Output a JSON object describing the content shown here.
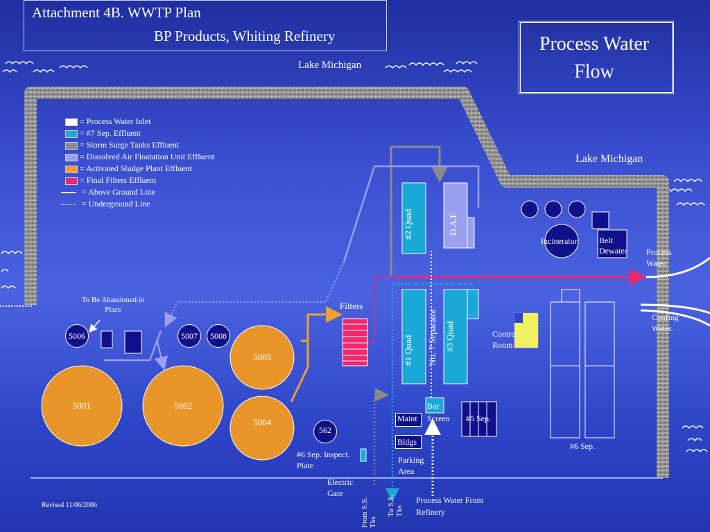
{
  "title": {
    "line1": "Attachment 4B.  WWTP Plan",
    "line2": "BP Products, Whiting Refinery"
  },
  "badge": {
    "line1": "Process Water",
    "line2": "Flow"
  },
  "lake_labels": {
    "top": "Lake Michigan",
    "right": "Lake Michigan"
  },
  "legend": [
    {
      "label": "= Process Water Inlet",
      "color": "#ffffff"
    },
    {
      "label": "= #7 Sep. Effluent",
      "color": "#1aa8d8"
    },
    {
      "label": "= Storm Surge Tanks Effluent",
      "color": "#8a8a8a"
    },
    {
      "label": "= Dissolved Air Floatation Unit  Effluent",
      "color": "#9aa0f0"
    },
    {
      "label": "= Activated Sludge Plant  Effluent",
      "color": "#f0a030"
    },
    {
      "label": "= Final Filters  Effluent",
      "color": "#f0286e"
    },
    {
      "label": "= Above Ground Line",
      "color": "#ffffff"
    },
    {
      "label": "= Underground Line",
      "color": "#ffffff"
    }
  ],
  "colors": {
    "process_inlet": "#ffffff",
    "sep7": "#1aa8d8",
    "storm": "#8a8a8a",
    "daf": "#9aa0f0",
    "asp": "#f0a030",
    "filters": "#f0286e",
    "wall": "#9a9a9a",
    "tank_orange": "#e8962a",
    "navy": "#10108a",
    "control_room": "#f0f060"
  },
  "labels": {
    "abandon": "To Be Abandoned in Place",
    "filters": "Filters",
    "incinerator": "Incinerator",
    "belt": "Belt Dewater",
    "process_water": "Process Water.",
    "cooling_water": "Cooling Water.",
    "control_room": "Control Room",
    "bar_screen_1": "Bar",
    "bar_screen_2": "Screen",
    "maint": "Maint",
    "bldgs": "Bldgs",
    "sep5": "#5 Sep.",
    "sep6": "#6 Sep.",
    "inspect": "#6 Sep. Inspect. Plate",
    "parking": "Parking Area",
    "gate": "Electric Gate",
    "from_ss": "From S.S. Tks",
    "to_ss": "To S.S. Tks",
    "process_refinery": "Process Water From Refinery",
    "revised": "Revised 11/06/2006",
    "quad2": "#2 Quad",
    "daf": "D.A.F.",
    "quad1": "#1 Quad",
    "sep7": "No. 7 Separator",
    "quad3": "#3 Quad"
  },
  "tanks": {
    "t5001": "5001",
    "t5002": "5002",
    "t5004": "5004",
    "t5005": "5005",
    "t5006": "5006",
    "t5007": "5007",
    "t5008": "5008",
    "t562": "562"
  }
}
